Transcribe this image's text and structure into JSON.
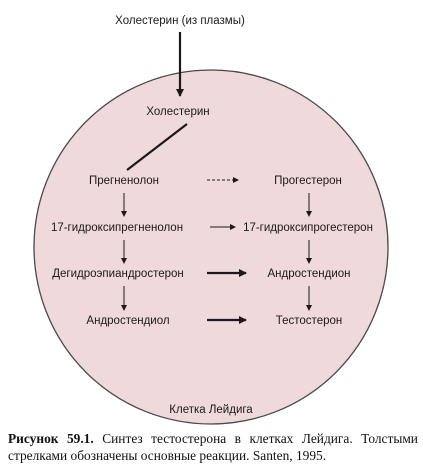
{
  "diagram": {
    "top_node": "Холестерин (из плазмы)",
    "cholesterol": "Холестерин",
    "left_chain": [
      "Прегненолон",
      "17-гидроксипрегненолон",
      "Дегидроэпиандростерон",
      "Андростендиол"
    ],
    "right_chain": [
      "Прогестерон",
      "17-гидроксипрогестерон",
      "Андростендион",
      "Тестостерон"
    ],
    "cell_label": "Клетка Лейдига",
    "colors": {
      "cell_fill": "#efd9da",
      "cell_stroke": "#4a4a4a",
      "arrow": "#1a1a1a"
    }
  },
  "caption": {
    "label": "Рисунок 59.1.",
    "text": "Синтез тестостерона в клетках Лейдига. Толстыми стрелками обозначены основные реакции. Santen, 1995."
  }
}
